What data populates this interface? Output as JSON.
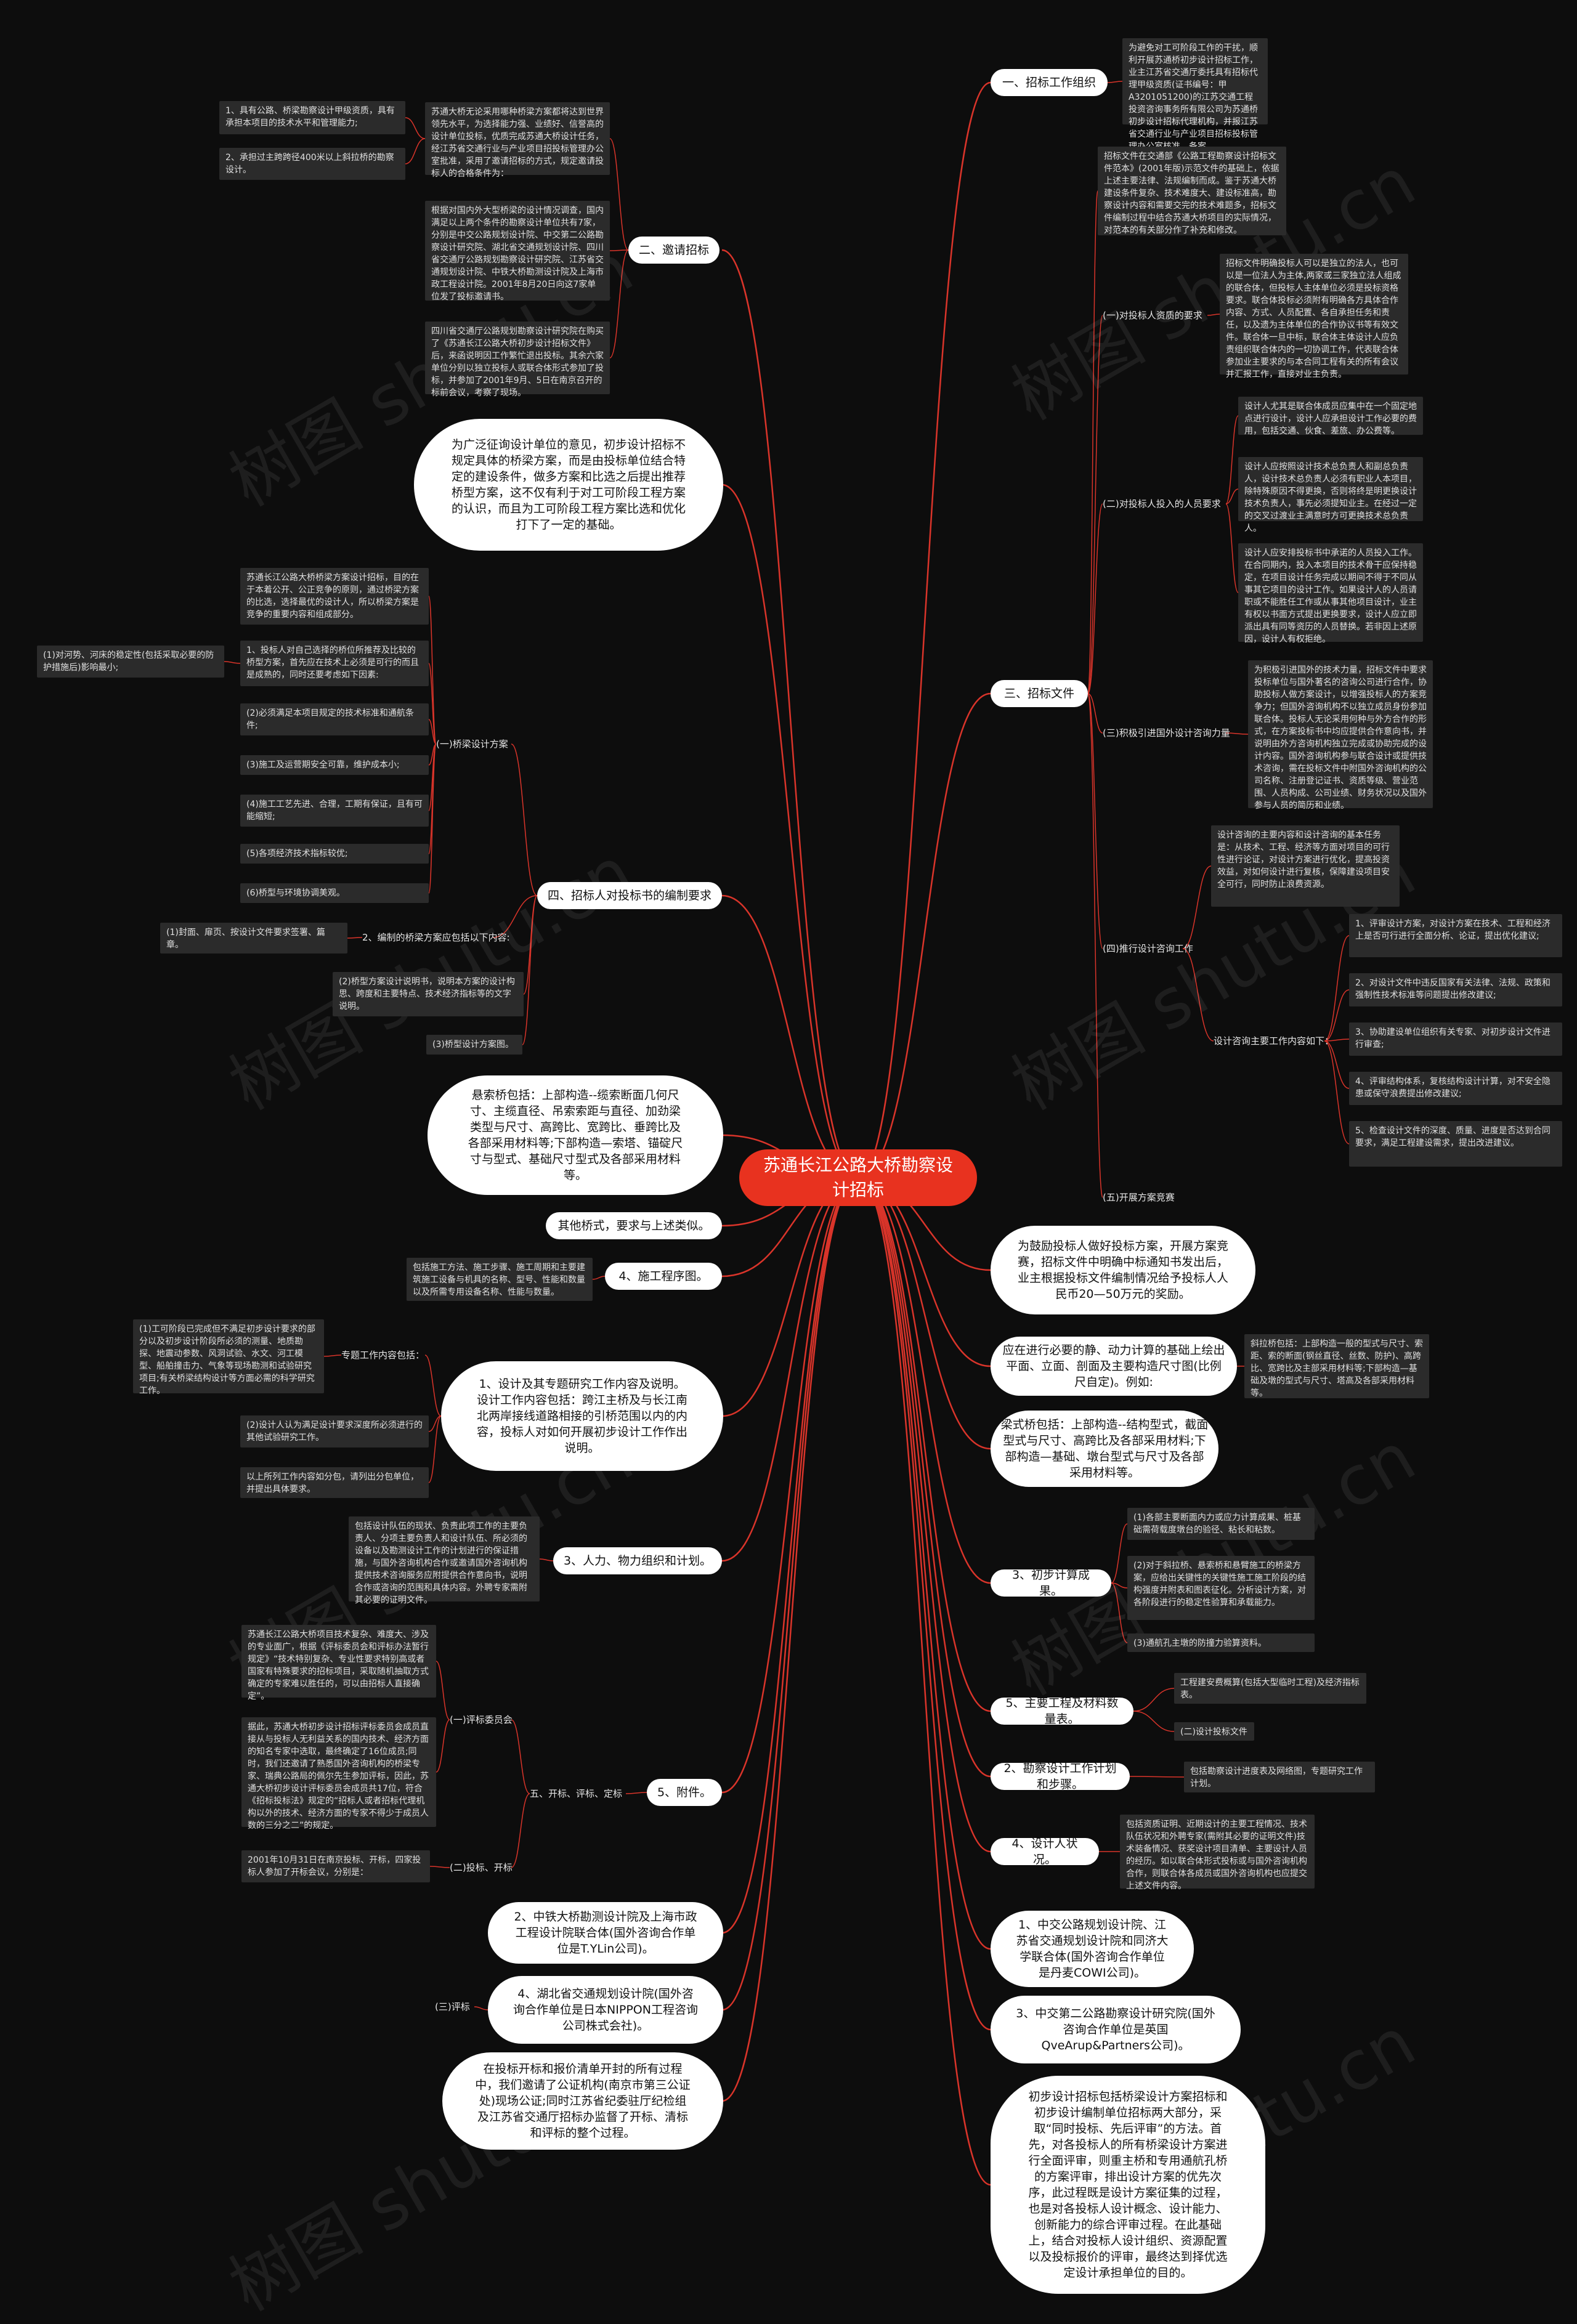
{
  "watermark": "树图 shutu.cn",
  "root": "苏通长江公路大桥勘察设计招标",
  "right": {
    "r1": "一、招标工作组织",
    "r1_text": "为避免对工可阶段工作的干扰，顺利开展苏通桥初步设计招标工作，业主江苏省交通厅委托具有招标代理甲级资质(证书编号：甲A3201051200)的江苏交通工程投资咨询事务所有限公司为苏通桥初步设计招标代理机构，并报江苏省交通行业与产业项目招标投标管理办公室核准、备案。",
    "r3": "三、招标文件",
    "r3_intro": "招标文件在交通部《公路工程勘察设计招标文件范本》(2001年版)示范文件的基础上，依据上述主要法律、法规编制而成。鉴于苏通大桥建设条件复杂、技术难度大、建设标准高，勘察设计内容和需要交完的技术难题多，招标文件编制过程中结合苏通大桥项目的实际情况，对范本的有关部分作了补充和修改。",
    "r3_c1": "(一)对投标人资质的要求",
    "r3_c1_text": "招标文件明确投标人可以是独立的法人，也可以是一位法人为主体,两家或三家独立法人组成的联合体，但投标人主体单位必须是投标资格要求。联合体投标必须附有明确各方具体合作内容、方式、人员配置、各自承担任务和责任，以及遗为主体单位的合作协议书等有效文件。联合体一旦中标，联合体主体设计人应负责组织联合体内的一切协调工作，代表联合体参加业主要求的与本合同工程有关的所有会议并汇报工作，直接对业主负责。",
    "r3_c2": "(二)对投标人投入的人员要求",
    "r3_c2_t1": "设计人尤其是联合体成员应集中在一个固定地点进行设计，设计人应承担设计工作必要的费用，包括交通、伙食、差旅、办公费等。",
    "r3_c2_t2": "设计人应按照设计技术总负责人和副总负责人，设计技术总负责人必须有职业人本项目，除特殊原因不得更换，否则将终是明更换设计技术负责人，事先必须提知业主。在经过一定的交叉过渡业主满意时方可更换技术总负责人。",
    "r3_c2_t3": "设计人应安排投标书中承诺的人员投入工作。在合同期内，投入本项目的技术骨干应保持稳定，在项目设计任务完成以期间不得于不同从事其它项目的设计工作。如果设计人的人员请职或不能胜任工作或从事其他项目设计，业主有权以书面方式提出更换要求，设计人应立即派出具有同等资历的人员替换。若非因上述原因，设计人有权拒绝。",
    "r3_c3": "(三)积极引进国外设计咨询力量",
    "r3_c3_text": "为积极引进国外的技术力量，招标文件中要求投标单位与国外著名的咨询公司进行合作，协助投标人做方案设计，以增强投标人的方案竞争力；但国外咨询机构不以独立成员身份参加联合体。投标人无论采用何种与外方合作的形式，在方案投标书中均应提供合作意向书，并说明由外方咨询机构独立完成或协助完成的设计内容。国外咨询机构参与联合设计或提供技术咨询，需在投标文件中附国外咨询机构的公司名称、注册登记证书、资质等级、营业范围、人员构成、公司业绩、财务状况以及国外参与人员的简历和业绩。",
    "r3_c4": "(四)推行设计咨询工作",
    "r3_c4_text": "设计咨询的主要内容和设计咨询的基本任务是：从技术、工程、经济等方面对项目的可行性进行论证，对设计方案进行优化，提高投资效益，对如何设计进行复核，保障建设项目安全可行，同时防止浪费资源。",
    "r3_c4_sub": "设计咨询主要工作内容如下：",
    "r3_c4_items": [
      "1、评审设计方案，对设计方案在技术、工程和经济上是否可行进行全面分析、论证，提出优化建议;",
      "2、对设计文件中违反国家有关法律、法规、政策和强制性技术标准等问题提出修改建议;",
      "3、协助建设单位组织有关专家、对初步设计文件进行审查;",
      "4、评审结构体系，复核结构设计计算，对不安全隐患或保守浪费提出修改建议;",
      "5、检查设计文件的深度、质量、进度是否达到合同要求，满足工程建设需求，提出改进建议。"
    ],
    "r3_c5": "(五)开展方案竞赛",
    "r5_bubble": "为鼓励投标人做好投标方案，开展方案竞赛，招标文件中明确中标通知书发出后，业主根据投标文件编制情况给予投标人人民币20—50万元的奖励。",
    "r6": "应在进行必要的静、动力计算的基础上绘出平面、立面、剖面及主要构造尺寸图(比例尺自定)。例如:",
    "r6_text": "斜拉桥包括：上部构造一般的型式与尺寸、索距、索的断面(钢丝直径、丝数、防护)、高跨比、宽跨比及主部采用材料等;下部构造—基础及墩的型式与尺寸、塔高及各部采用材料等。",
    "r7": "梁式桥包括：上部构造--结构型式，截面型式与尺寸、高跨比及各部采用材料;下部构造—基础、墩台型式与尺寸及各部采用材料等。",
    "r8": "3、初步计算成果。",
    "r8_items": [
      "(1)各部主要断面内力或应力计算成果、桩基础需荷载度墩台的验径、粘长和粘数。",
      "(2)对于斜拉桥、悬索桥和悬臂施工的桥梁方案，应给出关键性的关键性施工施工阶段的结构强度并附表和图表征化。分析设计方案，对各阶段进行的稳定性验算和承载能力。",
      "(3)通航孔主墩的防撞力验算资料。"
    ],
    "r9": "5、主要工程及材料数量表。",
    "r9_items": [
      "工程建安费概算(包括大型临时工程)及经济指标表。",
      "(二)设计投标文件"
    ],
    "r10": "2、勘察设计工作计划和步骤。",
    "r10_text": "包括勘察设计进度表及网络图，专题研究工作计划。",
    "r11": "4、设计人状况。",
    "r11_text": "包括资质证明、近期设计的主要工程情况、技术队伍状况和外聘专家(需附其必要的证明文件)技术装备情况、获奖设计项目清单、主要设计人员的经历。如以联合体形式投标或与国外咨询机构合作，则联合体各成员或国外咨询机构也应提交上述文件内容。",
    "r12": "1、中交公路规划设计院、江苏省交通规划设计院和同济大学联合体(国外咨询合作单位是丹麦COWI公司)。",
    "r13": "3、中交第二公路勘察设计研究院(国外咨询合作单位是英国QveArup&Partners公司)。",
    "r14": "初步设计招标包括桥梁设计方案招标和初步设计编制单位招标两大部分，采取“同时投标、先后评审”的方法。首先，对各投标人的所有桥梁设计方案进行全面评审，则重主桥和专用通航孔桥的方案评审，排出设计方案的优先次序，此过程既是设计方案征集的过程，也是对各投标人设计概念、设计能力、创新能力的综合评审过程。在此基础上，结合对投标人设计组织、资源配置以及投标报价的评审，最终达到择优选定设计承担单位的目的。"
  },
  "left": {
    "l2": "二、邀请招标",
    "l2_t1": "苏通大桥无论采用哪种桥梁方案都将达到世界领先水平，为选择能力强、业绩好、信誉高的设计单位投标，优质完成苏通大桥设计任务，经江苏省交通行业与产业项目招投标管理办公室批准，采用了邀请招标的方式，规定邀请投标人的合格条件为：",
    "l2_t1_items": [
      "1、具有公路、桥梁勘察设计甲级资质，具有承担本项目的技术水平和管理能力;",
      "2、承担过主跨跨径400米以上斜拉桥的勘察设计。"
    ],
    "l2_t2": "根据对国内外大型桥梁的设计情况调查，国内满足以上两个条件的勘察设计单位共有7家，分别是中交公路规划设计院、中交第二公路勘察设计研究院、湖北省交通规划设计院、四川省交通厅公路规划勘察设计研究院、江苏省交通规划设计院、中铁大桥勘测设计院及上海市政工程设计院。2001年8月20日向这7家单位发了投标邀请书。",
    "l2_t3": "四川省交通厅公路规划勘察设计研究院在购买了《苏通长江公路大桥初步设计招标文件》后，来函说明因工作繁忙退出投标。其余六家单位分别以独立投标人或联合体形式参加了投标，并参加了2001年9月、5日在南京召开的标前会议，考察了现场。",
    "bubble1": "为广泛征询设计单位的意见，初步设计招标不规定具体的桥梁方案，而是由投标单位结合特定的建设条件，做多方案和比选之后提出推荐桥型方案，这不仅有利于对工可阶段工程方案的认识，而且为工可阶段工程方案比选和优化打下了一定的基础。",
    "l4": "四、招标人对投标书的编制要求",
    "l4_c1": "(一)桥梁设计方案",
    "l4_c1_intro": "苏通长江公路大桥桥梁方案设计招标，目的在于本着公开、公正竞争的原则，通过桥梁方案的比选，选择最优的设计人，所以桥梁方案是竞争的重要内容和组成部分。",
    "l4_c1_1": "1、投标人对自己选择的桥位所推荐及比较的桥型方案，首先应在技术上必须是可行的而且是成熟的，同时还要考虑如下因素:",
    "l4_c1_1a": "(1)对河势、河床的稳定性(包括采取必要的防护措施后)影响最小;",
    "l4_c1_items": [
      "(2)必须满足本项目规定的技术标准和通航条件;",
      "(3)施工及运营期安全可靠，维护成本小;",
      "(4)施工工艺先进、合理，工期有保证，且有可能缩短;",
      "(5)各项经济技术指标较优;",
      "(6)桥型与环境协调美观。"
    ],
    "l4_c2": "2、编制的桥梁方案应包括以下内容:",
    "l4_c2_1": "(1)封面、扉页、按设计文件要求签署、篇章。",
    "l4_c2_2": "(2)桥型方案设计说明书，说明本方案的设计构思、跨度和主要特点、技术经济指标等的文字说明。",
    "l4_c2_3": "(3)桥型设计方案图。",
    "bubble2": "悬索桥包括：上部构造--缆索断面几何尺寸、主缆直径、吊索索距与直径、加劲梁类型与尺寸、高跨比、宽跨比、垂跨比及各部采用材料等;下部构造—索塔、锚碇尺寸与型式、基础尺寸型式及各部采用材料等。",
    "l5": "其他桥式，要求与上述类似。",
    "l6": "4、施工程序图。",
    "l6_text": "包括施工方法、施工步骤、施工周期和主要建筑施工设备与机具的名称、型号、性能和数量以及所需专用设备名称、性能与数量。",
    "bubble3": "1、设计及其专题研究工作内容及说明。 设计工作内容包括：跨江主桥及与长江南北两岸接线道路相接的引桥范围以内的内容，投标人对如何开展初步设计工作作出说明。",
    "l7_sub": "专题工作内容包括：",
    "l7_1": "(1)工可阶段已完成但不满足初步设计要求的部分以及初步设计阶段所必须的测量、地质勘探、地震动参数、风洞试验、水文、河工模型、船舶撞击力、气象等现场勘测和试验研究项目;有关桥梁结构设计等方面必需的科学研究工作。",
    "l7_2": "(2)设计人认为满足设计要求深度所必须进行的其他试验研究工作。",
    "l7_3": "以上所列工作内容如分包，请列出分包单位，并提出具体要求。",
    "l8": "3、人力、物力组织和计划。",
    "l8_text": "包括设计队伍的现状、负责此项工作的主要负责人、分项主要负责人和设计队伍、所必须的设备以及勘测设计工作的计划进行的保证措施，与国外咨询机构合作或邀请国外咨询机构提供技术咨询服务应附提供合作意向书，说明合作或咨询的范围和具体内容。外聘专家需附其必要的证明文件。",
    "l9": "5、附件。",
    "l9_sub": "五、开标、评标、定标",
    "l9_c1": "(一)评标委员会",
    "l9_c1_t1": "苏通长江公路大桥项目技术复杂、难度大、涉及的专业面广，根据《评标委员会和评标办法暂行规定》“技术特别复杂、专业性要求特别高或者国家有特殊要求的招标项目，采取随机抽取方式确定的专家难以胜任的，可以由招标人直接确定”。",
    "l9_c1_t2": "据此，苏通大桥初步设计招标评标委员会成员直接从与投标人无利益关系的国内技术、经济方面的知名专家中选取，最终确定了16位成员;同时，我们还邀请了熟悉国外咨询机构的桥梁专家、瑞典公路局的佩尔先生参加评标，因此，苏通大桥初步设计评标委员会成员共17位，符合《招标投标法》规定的“招标人或者招标代理机构以外的技术、经济方面的专家不得少于成员人数的三分之二”的规定。",
    "l9_c2": "(二)投标、开标",
    "l9_c2_t": "2001年10月31日在南京投标、开标，四家投标人参加了开标会议，分别是：",
    "bubble4": "2、中铁大桥勘测设计院及上海市政工程设计院联合体(国外咨询合作单位是T.YLin公司)。",
    "l9_c3": "(三)评标",
    "bubble5": "4、湖北省交通规划设计院(国外咨询合作单位是日本NIPPON工程咨询公司株式会社)。",
    "bubble6": "在投标开标和报价清单开封的所有过程中，我们邀请了公证机构(南京市第三公证处)现场公证;同时江苏省纪委驻厅纪检组及江苏省交通厅招标办监督了开标、清标和评标的整个过程。"
  },
  "colors": {
    "background": "#0d0d0d",
    "root": "#e8321f",
    "link": "#d9342a",
    "node": "#ffffff",
    "box": "#2b2b2b"
  }
}
